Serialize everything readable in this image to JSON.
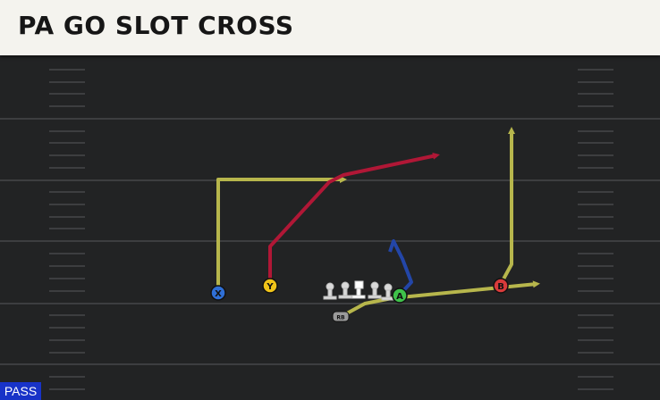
{
  "play": {
    "title": "PA GO SLOT CROSS",
    "type_badge": "PASS"
  },
  "players": {
    "x": {
      "label": "X",
      "color": "#2f6fd6"
    },
    "y": {
      "label": "Y",
      "color": "#f0c419"
    },
    "a": {
      "label": "A",
      "color": "#3fc24a"
    },
    "b": {
      "label": "B",
      "color": "#d83b3b"
    },
    "rb": {
      "label": "RB",
      "color": "#9a9a9a"
    }
  },
  "colors": {
    "route_yellow": "#b7b64c",
    "route_red": "#b01736",
    "route_blue": "#2346a8",
    "field": "#222324",
    "yard_line": "#3d3e40",
    "header_bg": "#f4f3ee",
    "badge_bg": "#1833c8"
  }
}
